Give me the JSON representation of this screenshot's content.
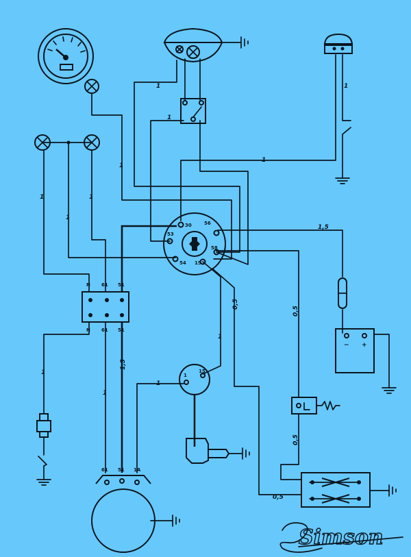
{
  "wire_labels": {
    "headlamp_top": "1",
    "headlamp_switch": "1",
    "rear_lamp": "1",
    "cross_main": "1",
    "left_vertical_1": "1",
    "left_vertical_2": "1",
    "left_vertical_3": "1",
    "battery_feed": "1,5",
    "to_regulator": "0,5",
    "cdi_feed": "1",
    "coil_feed": "1",
    "regulator_down": "0,5",
    "rectifier_feed": "0,5",
    "gen_61": "1",
    "gen_51": "1,5",
    "neutral_sw": "1",
    "reg_left": "0,5"
  },
  "ignition_terminals": {
    "t30": "30",
    "t56": "56",
    "t58": "58",
    "t53": "53",
    "t54": "54",
    "t15": "15"
  },
  "connector_labels": {
    "top": [
      "N",
      "61",
      "51"
    ],
    "bottom": [
      "N",
      "61",
      "51"
    ]
  },
  "generator_terminals": [
    "61",
    "51",
    "1A"
  ],
  "coil_terminals": [
    "1",
    "15"
  ],
  "battery_terminals": [
    "−",
    "+"
  ],
  "signature": "Simson"
}
